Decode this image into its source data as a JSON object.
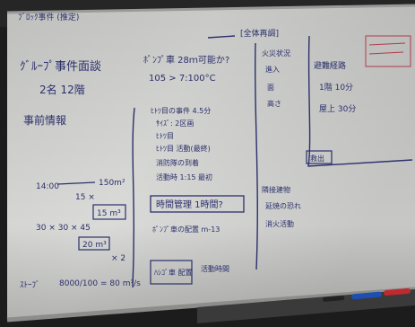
{
  "photo": {
    "board_notes": {
      "top_left_scribble": "ﾌﾞﾛｯｸ事件 (推定)",
      "left_top_title": "ｸﾞﾙｰﾌﾟ事件面談",
      "left_sub": "2名  12階",
      "left_label": "事前情報",
      "mid_top_line_1": "ﾎﾟﾝﾌﾟ車  28ｍ可能か?",
      "mid_top_line_2": "105 > 7:100°C",
      "mid_list_1": "ﾋﾄﾂ目の事件 4.5分",
      "mid_list_2": "ｻｲｽﾞ: 2区画",
      "mid_list_3": "ﾋﾄﾂ目",
      "mid_list_4": "ﾋﾄﾂ目  活動(最終)",
      "mid_list_5": "消防隊の到着",
      "mid_list_6": "活動時 1:15 最初",
      "mid_box": "時間管理 1時間?",
      "mid_bottom_1": "ﾎﾟﾝﾌﾟ車の配置  m-13",
      "mid_bottom_box": "ﾊｼｺﾞ車 配置",
      "mid_bottom_2": "活動時間",
      "right_top_bracket": "[全体再調]",
      "right_list_1": "火災状況",
      "right_list_2": "進入",
      "right_list_3": "面",
      "right_list_4": "高さ",
      "right_mid_1": "隣接建物",
      "right_mid_2": "延焼の恐れ",
      "right_mid_3": "消火活動",
      "far_right_1": "避難経路",
      "far_right_2": "1階 10分",
      "far_right_3": "屋上 30分",
      "far_right_box": "救出",
      "left_low_1": "14:00",
      "left_low_2": "150m²",
      "left_low_3": "15 ×",
      "left_low_4": "30 × 30 × 45",
      "left_low_box_1": "15 m³",
      "left_low_box_2": "20 m³",
      "left_low_5": "× 2",
      "left_low_6": "8000/100 = 80 m³/s",
      "left_bottom": "ｽﾄｰﾌﾞ"
    }
  }
}
